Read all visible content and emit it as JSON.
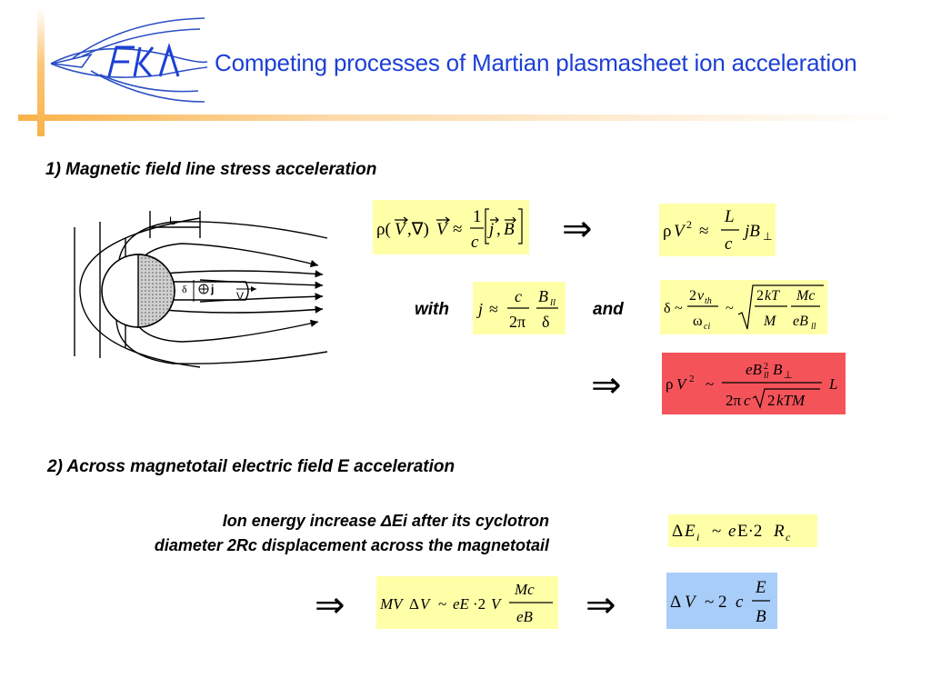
{
  "title": "Competing processes of Martian plasmasheet ion acceleration",
  "colors": {
    "title": "#1c3fd6",
    "accent": "#f9b24a",
    "yellow_box": "#ffffa8",
    "red_box": "#f4535a",
    "blue_box": "#a9cdf9"
  },
  "section1": {
    "heading": "1) Magnetic field line stress acceleration",
    "with_label": "with",
    "and_label": "and"
  },
  "section2": {
    "heading": "2) Across magnetotail electric field E acceleration",
    "desc_line1": "Ion energy increase ΔEi after its cyclotron",
    "desc_line2": "diameter 2Rc displacement across the magnetotail"
  },
  "diagram": {
    "label_L": "L",
    "label_delta": "δ",
    "label_j": "j",
    "label_V": "V"
  }
}
